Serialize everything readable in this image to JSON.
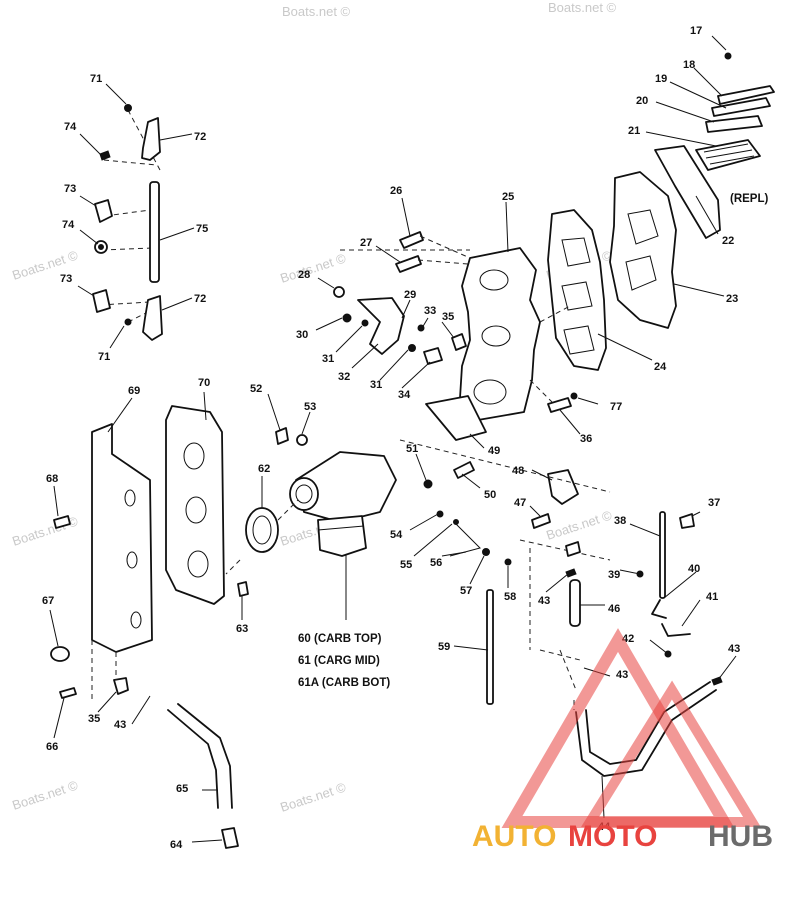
{
  "watermark": "Boats.net ©",
  "parts": [
    {
      "id": "p17",
      "text": "17"
    },
    {
      "id": "p18",
      "text": "18"
    },
    {
      "id": "p19",
      "text": "19"
    },
    {
      "id": "p20",
      "text": "20"
    },
    {
      "id": "p21",
      "text": "21"
    },
    {
      "id": "p22",
      "text": "22"
    },
    {
      "id": "p23",
      "text": "23"
    },
    {
      "id": "p24",
      "text": "24"
    },
    {
      "id": "p25",
      "text": "25"
    },
    {
      "id": "p26",
      "text": "26"
    },
    {
      "id": "p27",
      "text": "27"
    },
    {
      "id": "p28",
      "text": "28"
    },
    {
      "id": "p29",
      "text": "29"
    },
    {
      "id": "p30",
      "text": "30"
    },
    {
      "id": "p31a",
      "text": "31"
    },
    {
      "id": "p31b",
      "text": "31"
    },
    {
      "id": "p32",
      "text": "32"
    },
    {
      "id": "p33",
      "text": "33"
    },
    {
      "id": "p34",
      "text": "34"
    },
    {
      "id": "p35a",
      "text": "35"
    },
    {
      "id": "p35b",
      "text": "35"
    },
    {
      "id": "p36",
      "text": "36"
    },
    {
      "id": "p37",
      "text": "37"
    },
    {
      "id": "p38",
      "text": "38"
    },
    {
      "id": "p39",
      "text": "39"
    },
    {
      "id": "p40",
      "text": "40"
    },
    {
      "id": "p41",
      "text": "41"
    },
    {
      "id": "p42",
      "text": "42"
    },
    {
      "id": "p43a",
      "text": "43"
    },
    {
      "id": "p43b",
      "text": "43"
    },
    {
      "id": "p43c",
      "text": "43"
    },
    {
      "id": "p43d",
      "text": "43"
    },
    {
      "id": "p44",
      "text": "44"
    },
    {
      "id": "p46",
      "text": "46"
    },
    {
      "id": "p47",
      "text": "47"
    },
    {
      "id": "p48",
      "text": "48"
    },
    {
      "id": "p49",
      "text": "49"
    },
    {
      "id": "p50",
      "text": "50"
    },
    {
      "id": "p51",
      "text": "51"
    },
    {
      "id": "p52",
      "text": "52"
    },
    {
      "id": "p53",
      "text": "53"
    },
    {
      "id": "p54",
      "text": "54"
    },
    {
      "id": "p55",
      "text": "55"
    },
    {
      "id": "p56",
      "text": "56"
    },
    {
      "id": "p57",
      "text": "57"
    },
    {
      "id": "p58",
      "text": "58"
    },
    {
      "id": "p59",
      "text": "59"
    },
    {
      "id": "p62",
      "text": "62"
    },
    {
      "id": "p63",
      "text": "63"
    },
    {
      "id": "p64",
      "text": "64"
    },
    {
      "id": "p65",
      "text": "65"
    },
    {
      "id": "p66",
      "text": "66"
    },
    {
      "id": "p67",
      "text": "67"
    },
    {
      "id": "p68",
      "text": "68"
    },
    {
      "id": "p69",
      "text": "69"
    },
    {
      "id": "p70",
      "text": "70"
    },
    {
      "id": "p71a",
      "text": "71"
    },
    {
      "id": "p71b",
      "text": "71"
    },
    {
      "id": "p72a",
      "text": "72"
    },
    {
      "id": "p72b",
      "text": "72"
    },
    {
      "id": "p73a",
      "text": "73"
    },
    {
      "id": "p73b",
      "text": "73"
    },
    {
      "id": "p74a",
      "text": "74"
    },
    {
      "id": "p74b",
      "text": "74"
    },
    {
      "id": "p75",
      "text": "75"
    },
    {
      "id": "p77",
      "text": "77"
    }
  ],
  "notes": {
    "repl": "(REPL)",
    "carb_top": "60 (CARB TOP)",
    "carb_mid": "61 (CARG MID)",
    "carb_bot": "61A (CARB BOT)"
  },
  "logo": {
    "auto": "AUTO",
    "moto": "MOTO",
    "hub": "HUB",
    "colors": {
      "auto": "#f2b233",
      "moto": "#e8433f",
      "hub": "#6b6b6b",
      "triangle": "#e8433f"
    }
  }
}
